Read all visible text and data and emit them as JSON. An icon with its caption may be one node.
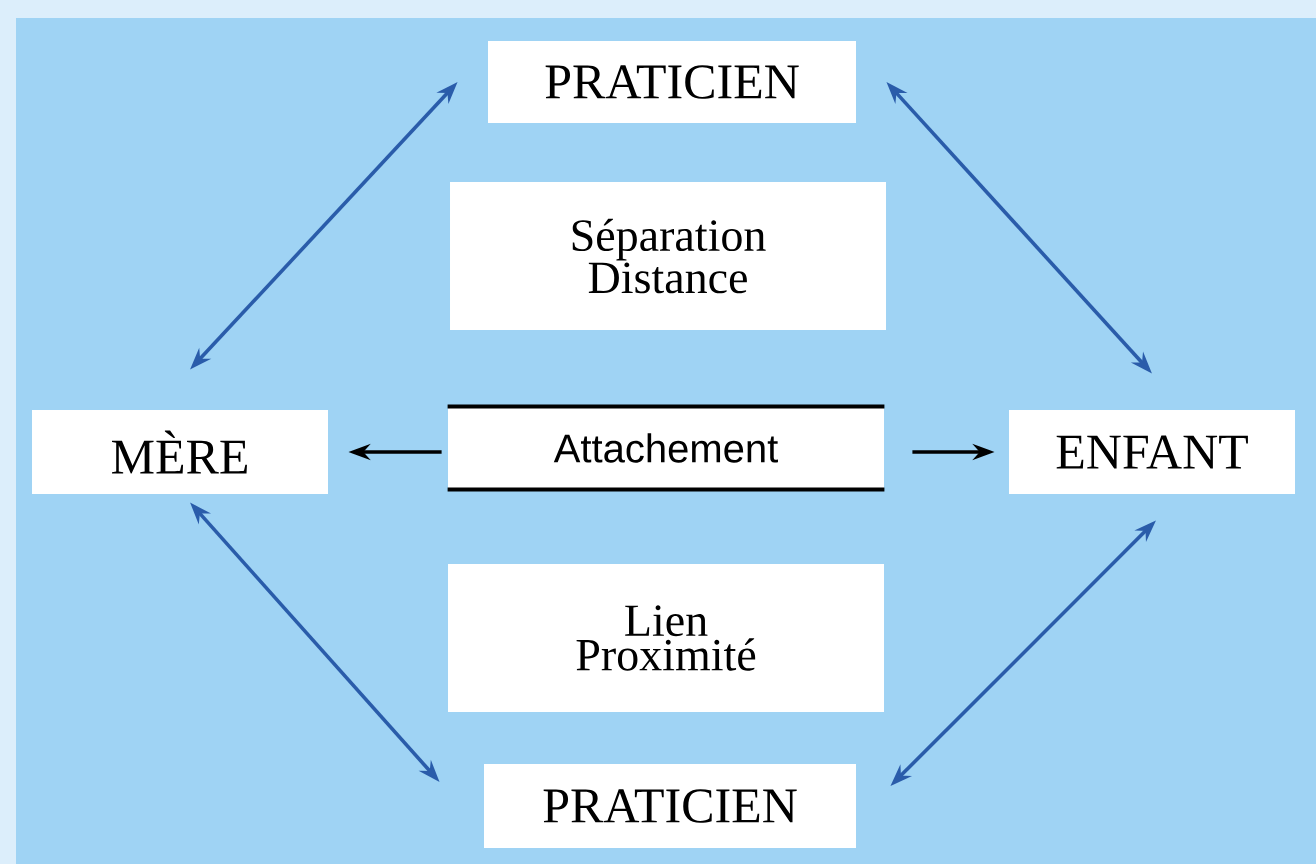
{
  "diagram": {
    "nodes": [
      {
        "text": [
          "PRATICIEN"
        ]
      },
      {
        "text": [
          "Séparation Distance"
        ]
      },
      {
        "text": [
          "MÈRE"
        ]
      },
      {
        "text": [
          "Attachement"
        ]
      },
      {
        "text": [
          "ENFANT"
        ]
      },
      {
        "text": [
          "Lien Proximité"
        ]
      },
      {
        "text": [
          "PRATICIEN"
        ]
      }
    ],
    "edges": [
      {
        "from": 0,
        "to": 2,
        "arrow": "both"
      },
      {
        "from": 0,
        "to": 4,
        "arrow": "both"
      },
      {
        "from": 3,
        "to": 2,
        "arrow": "to",
        "color": "#000000"
      },
      {
        "from": 3,
        "to": 4,
        "arrow": "to",
        "color": "#000000"
      },
      {
        "from": 2,
        "to": 6,
        "arrow": "both"
      },
      {
        "from": 4,
        "to": 6,
        "arrow": "both"
      }
    ]
  }
}
